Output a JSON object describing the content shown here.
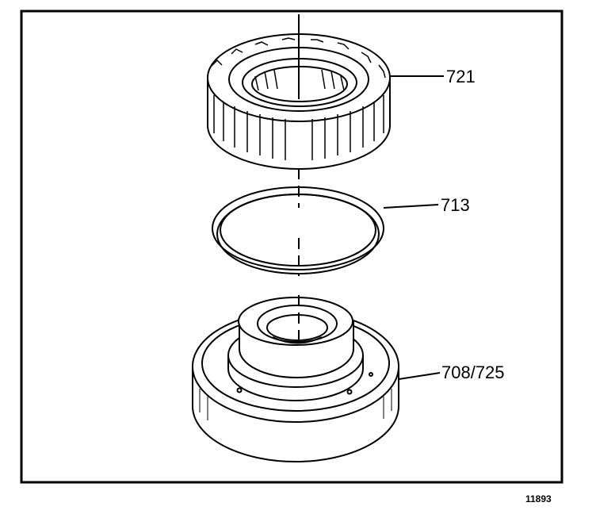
{
  "callouts": {
    "part_721": "721",
    "part_713": "713",
    "part_708_725": "708/725"
  },
  "figure_number": "11893"
}
